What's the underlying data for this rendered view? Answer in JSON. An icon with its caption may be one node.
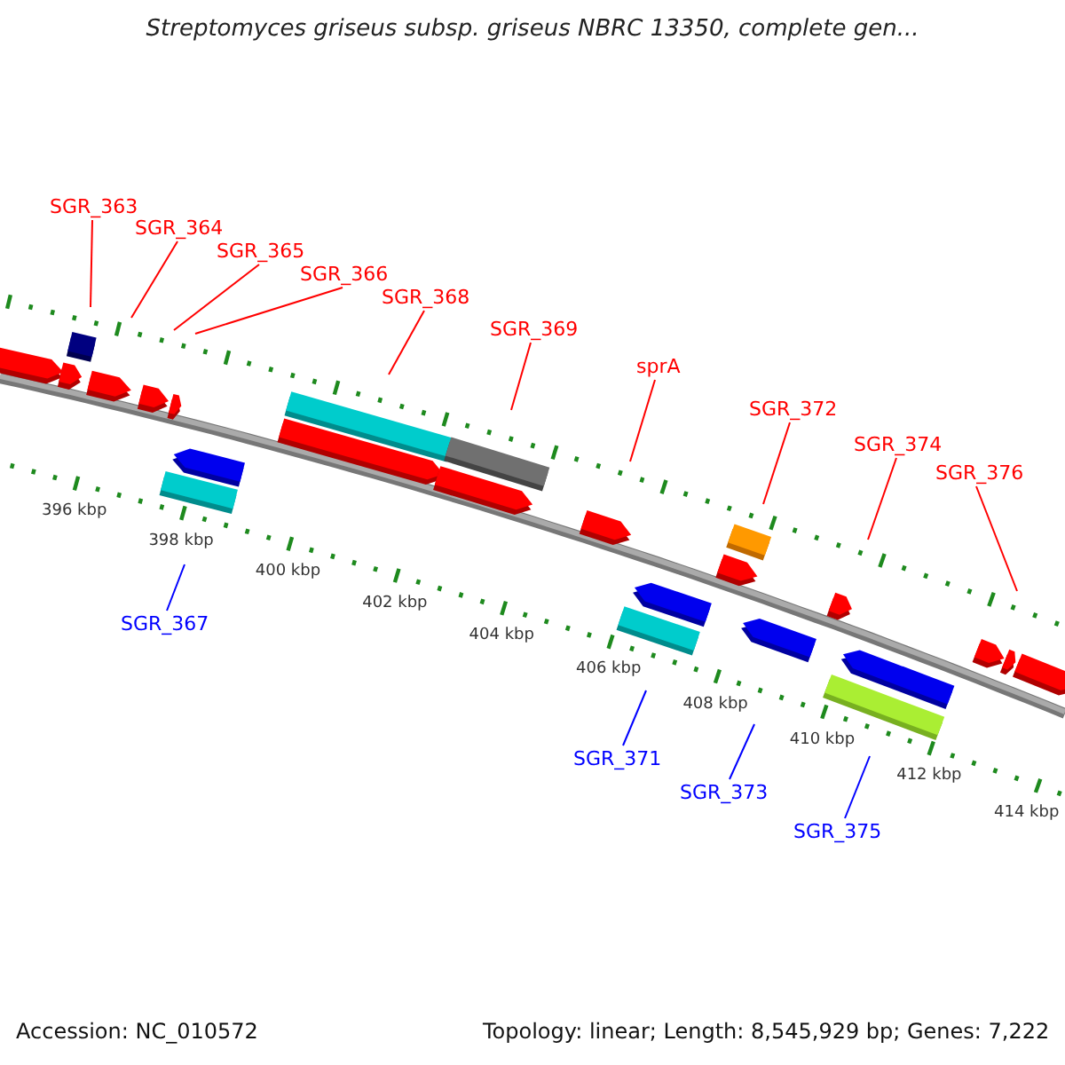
{
  "diagram": {
    "title": "Streptomyces griseus subsp. griseus NBRC 13350, complete gen...",
    "nodes": [
      {
        "text": [
          "SGR_363"
        ]
      },
      {
        "text": [
          "SGR_364"
        ]
      },
      {
        "text": [
          "SGR_365"
        ]
      },
      {
        "text": [
          "SGR_366"
        ]
      },
      {
        "text": [
          "SGR_368"
        ]
      },
      {
        "text": [
          "SGR_369"
        ]
      },
      {
        "text": [
          "sprA"
        ]
      },
      {
        "text": [
          "SGR_372"
        ]
      },
      {
        "text": [
          "SGR_374"
        ]
      },
      {
        "text": [
          "SGR_376"
        ]
      },
      {
        "text": [
          "SGR_367"
        ]
      },
      {
        "text": [
          "SGR_371"
        ]
      },
      {
        "text": [
          "SGR_373"
        ]
      },
      {
        "text": [
          "SGR_375"
        ]
      }
    ],
    "edges": [
      {
        "from": 0,
        "to": null,
        "arrow": "none"
      },
      {
        "from": 1,
        "to": null,
        "arrow": "none"
      },
      {
        "from": 2,
        "to": null,
        "arrow": "none"
      },
      {
        "from": 3,
        "to": null,
        "arrow": "none"
      },
      {
        "from": 4,
        "to": null,
        "arrow": "none"
      },
      {
        "from": 5,
        "to": null,
        "arrow": "none"
      },
      {
        "from": 6,
        "to": null,
        "arrow": "none"
      },
      {
        "from": 7,
        "to": null,
        "arrow": "none"
      },
      {
        "from": 8,
        "to": null,
        "arrow": "none"
      },
      {
        "from": 9,
        "to": null,
        "arrow": "none"
      },
      {
        "from": 10,
        "to": null,
        "arrow": "none",
        "color": "#0000ff"
      },
      {
        "from": 11,
        "to": null,
        "arrow": "none",
        "color": "#0000ff"
      },
      {
        "from": 12,
        "to": null,
        "arrow": "none",
        "color": "#0000ff"
      },
      {
        "from": 13,
        "to": null,
        "arrow": "none",
        "color": "#0000ff"
      }
    ],
    "labels": [
      "396 kbp",
      "398 kbp",
      "400 kbp",
      "402 kbp",
      "404 kbp",
      "406 kbp",
      "408 kbp",
      "410 kbp",
      "412 kbp",
      "414 kbp",
      "Accession: NC_010572",
      "Topology: linear; Length: 8,545,929 bp; Genes: 7,222"
    ]
  }
}
